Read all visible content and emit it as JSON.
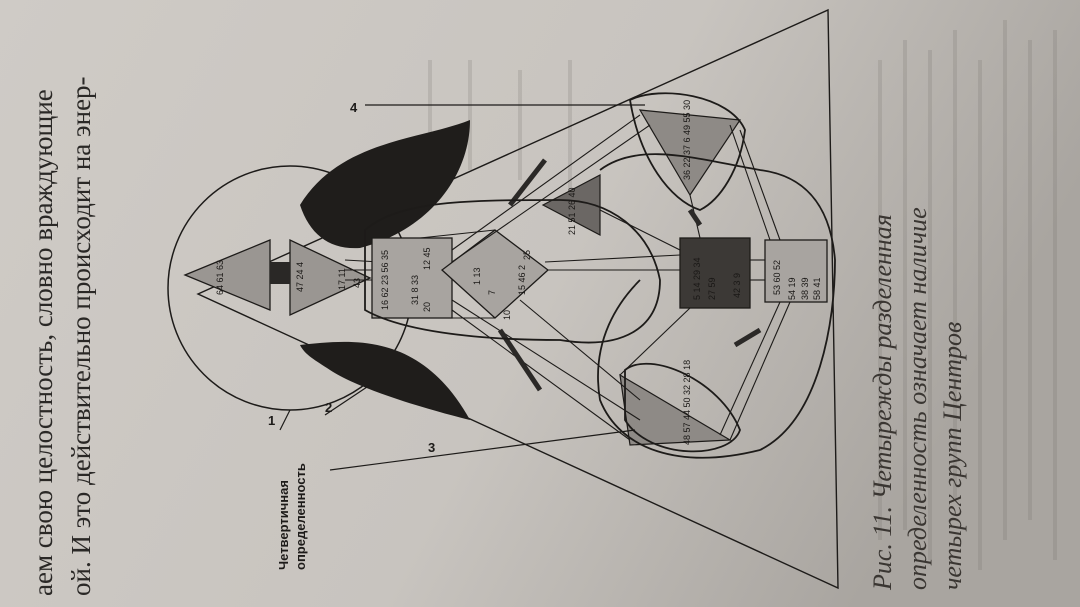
{
  "page": {
    "body_line_1": "аем свою целостность, словно враждующие",
    "body_line_2": "ой. И это действительно происходит на энер-"
  },
  "figure": {
    "left_label_line_1": "Четвертичная",
    "left_label_line_2": "определенность",
    "callouts": [
      "1",
      "2",
      "3",
      "4"
    ],
    "caption_line_1": "Рис. 11. Четырежды разделенная",
    "caption_line_2": "определенность означает наличие",
    "caption_line_3": "четырех групп Центров",
    "gates": {
      "head": "64 61 63",
      "ajna": "47 24 4",
      "ajna_lower": "17 11",
      "ajna_lower2": "43",
      "throat": "16 62 23 56 35",
      "throat2": "12 45",
      "throat3": "31 8 33",
      "throat4": "20",
      "g": "1 13",
      "g2": "7",
      "g3": "25",
      "g4": "15 46 2",
      "g5": "10",
      "heart": "21 51 26 40",
      "sacral": "5 14 29 34",
      "sacral2": "27 59",
      "sacral3": "42 3 9",
      "root": "53 60 52",
      "root2": "54 19",
      "root3": "38 39",
      "root4": "58 41",
      "solar": "36 22 37 6 49 55 30",
      "spleen": "48 57 44 50 32 28 18"
    }
  },
  "colors": {
    "paper": "#c9c5c0",
    "ink": "#1d1b19",
    "shade": "#8e8a86",
    "dark": "#2b2927"
  }
}
